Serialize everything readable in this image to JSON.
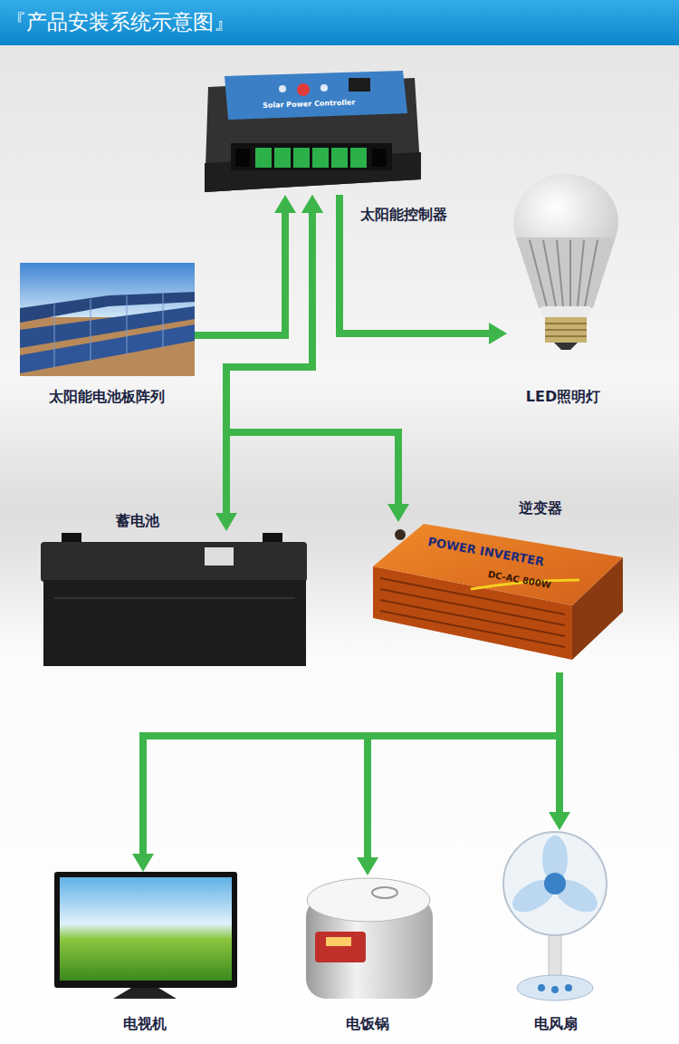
{
  "diagram": {
    "title": "『产品安装系统示意图』",
    "nodes": [
      {
        "text": [
          "太阳能控制器"
        ]
      },
      {
        "text": [
          "太阳能电池板阵列"
        ]
      },
      {
        "text": [
          "LED照明灯"
        ]
      },
      {
        "text": [
          "蓄电池"
        ]
      },
      {
        "text": [
          "逆变器"
        ]
      },
      {
        "text": [
          "电视机"
        ]
      },
      {
        "text": [
          "电饭锅"
        ]
      },
      {
        "text": [
          "电风扇"
        ]
      }
    ],
    "edges": [
      {
        "from": 1,
        "to": 0,
        "arrow": "to"
      },
      {
        "from": 0,
        "to": 2,
        "arrow": "to"
      },
      {
        "from": 0,
        "to": 3,
        "arrow": "both"
      },
      {
        "from": 0,
        "to": 4,
        "arrow": "both"
      },
      {
        "from": 4,
        "to": 5,
        "arrow": "to"
      },
      {
        "from": 4,
        "to": 6,
        "arrow": "to"
      },
      {
        "from": 4,
        "to": 7,
        "arrow": "to"
      }
    ],
    "labels": [
      "Solar Power Controller",
      "POWER INVERTER",
      "DC-AC 800W"
    ]
  }
}
